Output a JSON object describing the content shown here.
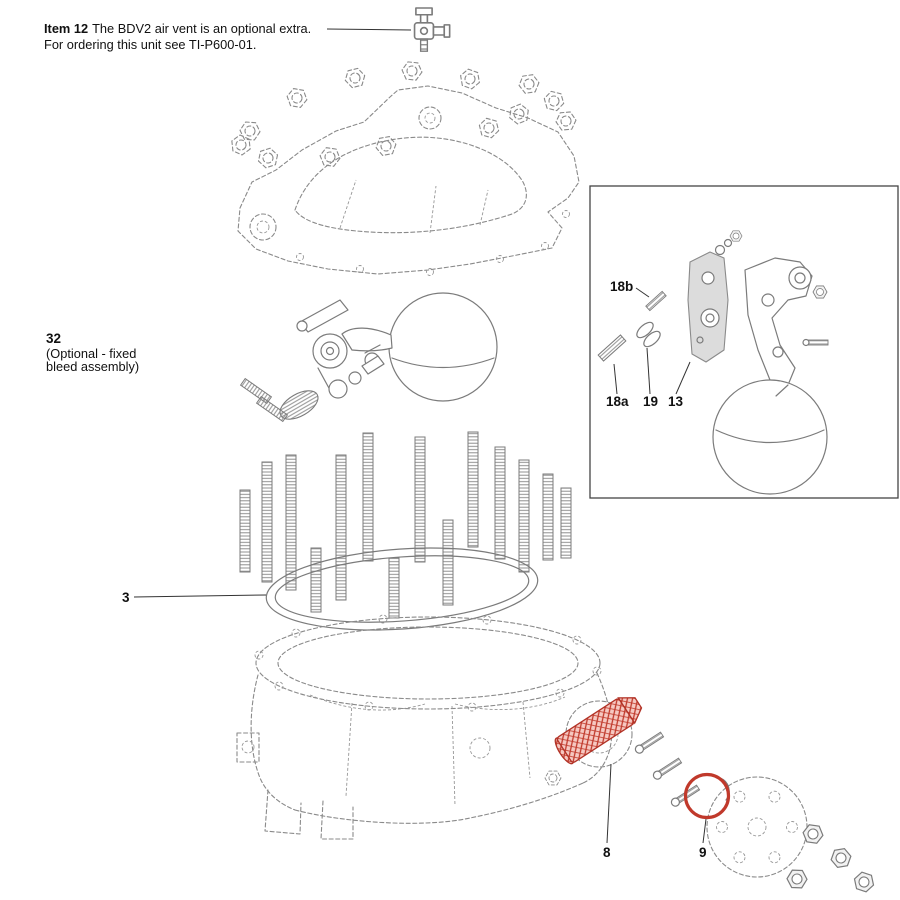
{
  "note": {
    "bold": "Item 12",
    "rest": "The BDV2 air vent is an optional extra.",
    "line2": "For ordering this unit see TI-P600-01."
  },
  "callouts": {
    "optional_bleed": {
      "number": "32",
      "desc_line1": "(Optional - fixed",
      "desc_line2": "bleed assembly)"
    },
    "gasket": "3",
    "strainer": "8",
    "o_ring": "9",
    "inset": {
      "stud_small": "18b",
      "stud_large": "18a",
      "washers": "19",
      "plate": "13"
    }
  },
  "colors": {
    "red": "#c0392b",
    "red_dark": "#b23327",
    "pink": "#f6c9c2",
    "line_gray": "#7b7b7b",
    "dash_gray": "#8a8a8a"
  }
}
